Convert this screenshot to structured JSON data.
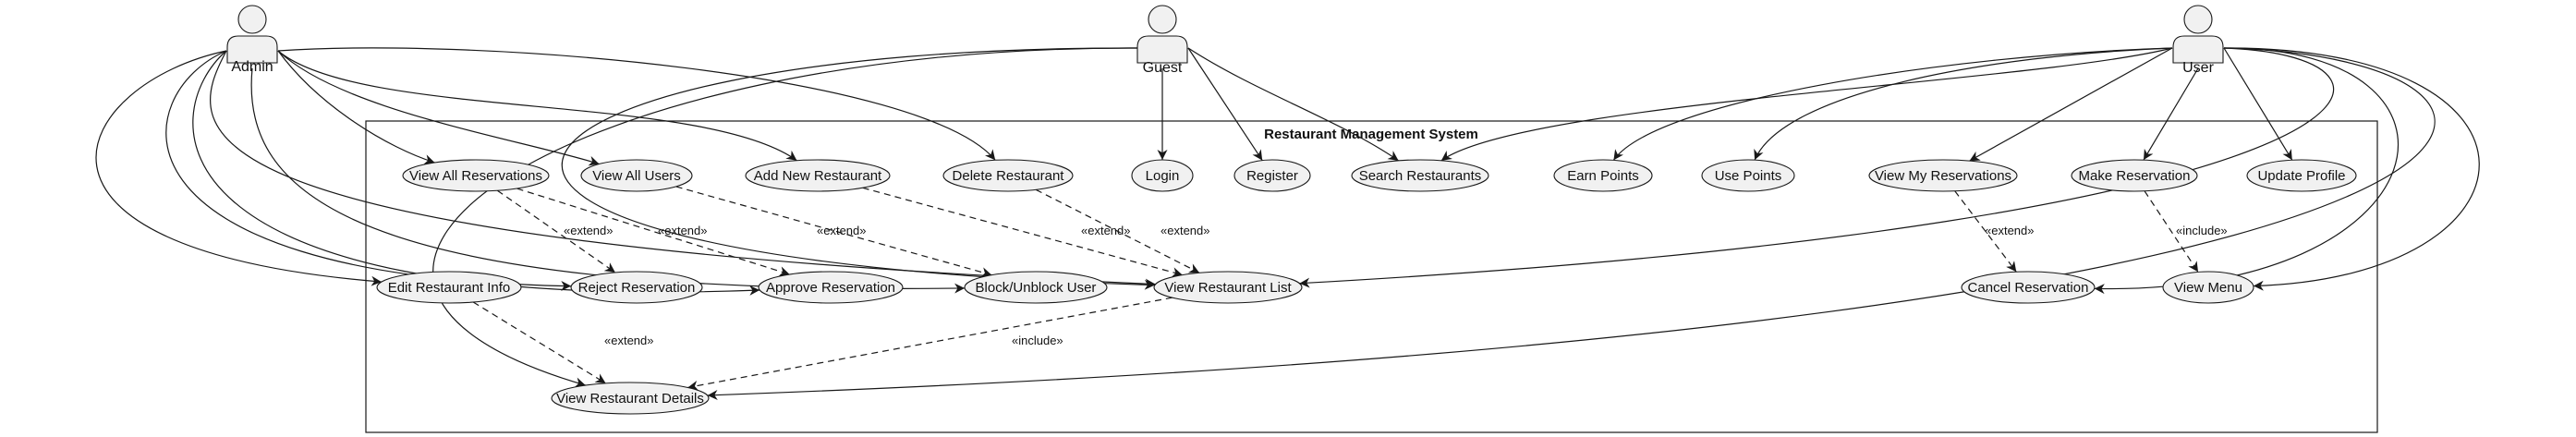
{
  "system": {
    "title": "Restaurant Management System"
  },
  "colors": {
    "fill": "#f1f1f1",
    "stroke": "#181818",
    "line": "#181818",
    "background": "#ffffff"
  },
  "actors": [
    {
      "id": "admin",
      "name": "Admin"
    },
    {
      "id": "guest",
      "name": "Guest"
    },
    {
      "id": "user",
      "name": "User"
    }
  ],
  "use_cases": [
    {
      "id": "view_all_reservations",
      "label": "View All Reservations"
    },
    {
      "id": "view_all_users",
      "label": "View All Users"
    },
    {
      "id": "add_new_restaurant",
      "label": "Add New Restaurant"
    },
    {
      "id": "delete_restaurant",
      "label": "Delete Restaurant"
    },
    {
      "id": "login",
      "label": "Login"
    },
    {
      "id": "register",
      "label": "Register"
    },
    {
      "id": "search_restaurants",
      "label": "Search Restaurants"
    },
    {
      "id": "earn_points",
      "label": "Earn Points"
    },
    {
      "id": "use_points",
      "label": "Use Points"
    },
    {
      "id": "view_my_reservations",
      "label": "View My Reservations"
    },
    {
      "id": "make_reservation",
      "label": "Make Reservation"
    },
    {
      "id": "update_profile",
      "label": "Update Profile"
    },
    {
      "id": "edit_restaurant_info",
      "label": "Edit Restaurant Info"
    },
    {
      "id": "reject_reservation",
      "label": "Reject Reservation"
    },
    {
      "id": "approve_reservation",
      "label": "Approve Reservation"
    },
    {
      "id": "block_unblock_user",
      "label": "Block/Unblock User"
    },
    {
      "id": "view_restaurant_list",
      "label": "View Restaurant List"
    },
    {
      "id": "cancel_reservation",
      "label": "Cancel Reservation"
    },
    {
      "id": "view_menu",
      "label": "View Menu"
    },
    {
      "id": "view_restaurant_details",
      "label": "View Restaurant Details"
    }
  ],
  "associations": [
    {
      "actor": "admin",
      "target": "view_all_reservations"
    },
    {
      "actor": "admin",
      "target": "view_all_users"
    },
    {
      "actor": "admin",
      "target": "add_new_restaurant"
    },
    {
      "actor": "admin",
      "target": "delete_restaurant"
    },
    {
      "actor": "admin",
      "target": "edit_restaurant_info"
    },
    {
      "actor": "admin",
      "target": "reject_reservation"
    },
    {
      "actor": "admin",
      "target": "approve_reservation"
    },
    {
      "actor": "admin",
      "target": "block_unblock_user"
    },
    {
      "actor": "admin",
      "target": "view_restaurant_list"
    },
    {
      "actor": "guest",
      "target": "login"
    },
    {
      "actor": "guest",
      "target": "register"
    },
    {
      "actor": "guest",
      "target": "search_restaurants"
    },
    {
      "actor": "guest",
      "target": "view_restaurant_list"
    },
    {
      "actor": "guest",
      "target": "view_restaurant_details"
    },
    {
      "actor": "user",
      "target": "search_restaurants"
    },
    {
      "actor": "user",
      "target": "earn_points"
    },
    {
      "actor": "user",
      "target": "use_points"
    },
    {
      "actor": "user",
      "target": "view_my_reservations"
    },
    {
      "actor": "user",
      "target": "make_reservation"
    },
    {
      "actor": "user",
      "target": "update_profile"
    },
    {
      "actor": "user",
      "target": "view_restaurant_list"
    },
    {
      "actor": "user",
      "target": "cancel_reservation"
    },
    {
      "actor": "user",
      "target": "view_menu"
    },
    {
      "actor": "user",
      "target": "view_restaurant_details"
    }
  ],
  "relations": [
    {
      "from": "view_all_reservations",
      "to": "reject_reservation",
      "label": "«extend»"
    },
    {
      "from": "view_all_reservations",
      "to": "approve_reservation",
      "label": "«extend»"
    },
    {
      "from": "view_all_users",
      "to": "block_unblock_user",
      "label": "«extend»"
    },
    {
      "from": "add_new_restaurant",
      "to": "view_restaurant_list",
      "label": "«extend»"
    },
    {
      "from": "delete_restaurant",
      "to": "view_restaurant_list",
      "label": "«extend»"
    },
    {
      "from": "view_my_reservations",
      "to": "cancel_reservation",
      "label": "«extend»"
    },
    {
      "from": "make_reservation",
      "to": "view_menu",
      "label": "«include»"
    },
    {
      "from": "edit_restaurant_info",
      "to": "view_restaurant_details",
      "label": "«extend»"
    },
    {
      "from": "view_restaurant_list",
      "to": "view_restaurant_details",
      "label": "«include»"
    }
  ]
}
